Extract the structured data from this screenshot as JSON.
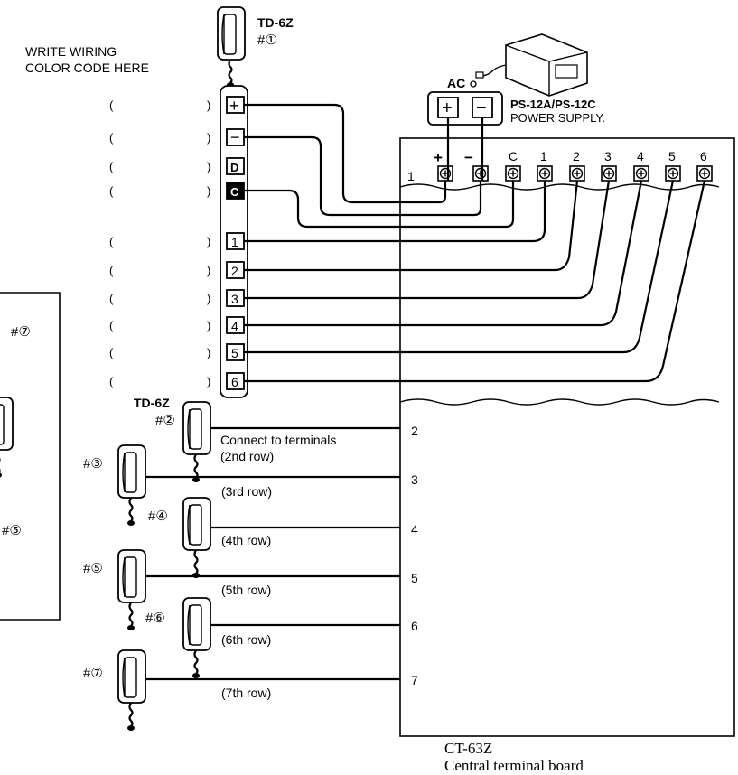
{
  "top_handset": {
    "model": "TD-6Z",
    "number": "#①"
  },
  "write_wiring_note": [
    "WRITE WIRING",
    "COLOR CODE HERE"
  ],
  "ac_label": "AC",
  "power_supply": {
    "name": "PS-12A/PS-12C",
    "desc": "POWER SUPPLY.",
    "plus": "+",
    "minus": "−"
  },
  "connector": {
    "terminals": [
      "+",
      "−",
      "D",
      "C",
      "1",
      "2",
      "3",
      "4",
      "5",
      "6"
    ],
    "paren_open": "(",
    "paren_close": ")"
  },
  "board": {
    "top_terminals": [
      "+",
      "−",
      "C",
      "1",
      "2",
      "3",
      "4",
      "5",
      "6"
    ],
    "row_numbers": [
      "1",
      "2",
      "3",
      "4",
      "5",
      "6",
      "7"
    ],
    "model": "CT-63Z",
    "desc": "Central terminal board"
  },
  "handsets": [
    {
      "model": "TD-6Z",
      "number": "#②",
      "label1": "Connect to terminals",
      "label2": "(2nd row)"
    },
    {
      "number": "#③",
      "label": "(3rd row)"
    },
    {
      "number": "#④",
      "label": "(4th row)"
    },
    {
      "number": "#⑤",
      "label": "(5th row)"
    },
    {
      "number": "#⑥",
      "label": "(6th row)"
    },
    {
      "number": "#⑦",
      "label": "(7th row)"
    }
  ],
  "left_panel": {
    "number_top": "#⑦",
    "number_bottom": "#⑤"
  }
}
